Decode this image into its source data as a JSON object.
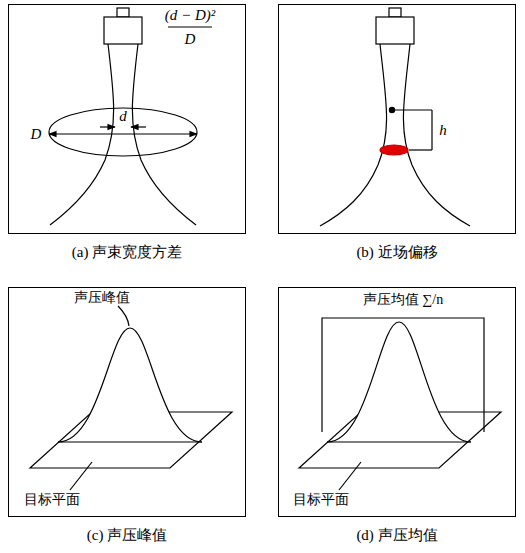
{
  "diagram": {
    "nodes": [
      {
        "text": [
          "(a) 声束宽度方差"
        ]
      },
      {
        "text": [
          "(b) 近场偏移"
        ]
      },
      {
        "text": [
          "(c) 声压峰值"
        ]
      },
      {
        "text": [
          "(d) 声压均值"
        ]
      }
    ],
    "labels": [
      "(d − D)²",
      "D",
      "D",
      "d",
      "h",
      "声压峰值",
      "目标平面",
      "声压均值 ∑/n",
      "目标平面"
    ]
  }
}
